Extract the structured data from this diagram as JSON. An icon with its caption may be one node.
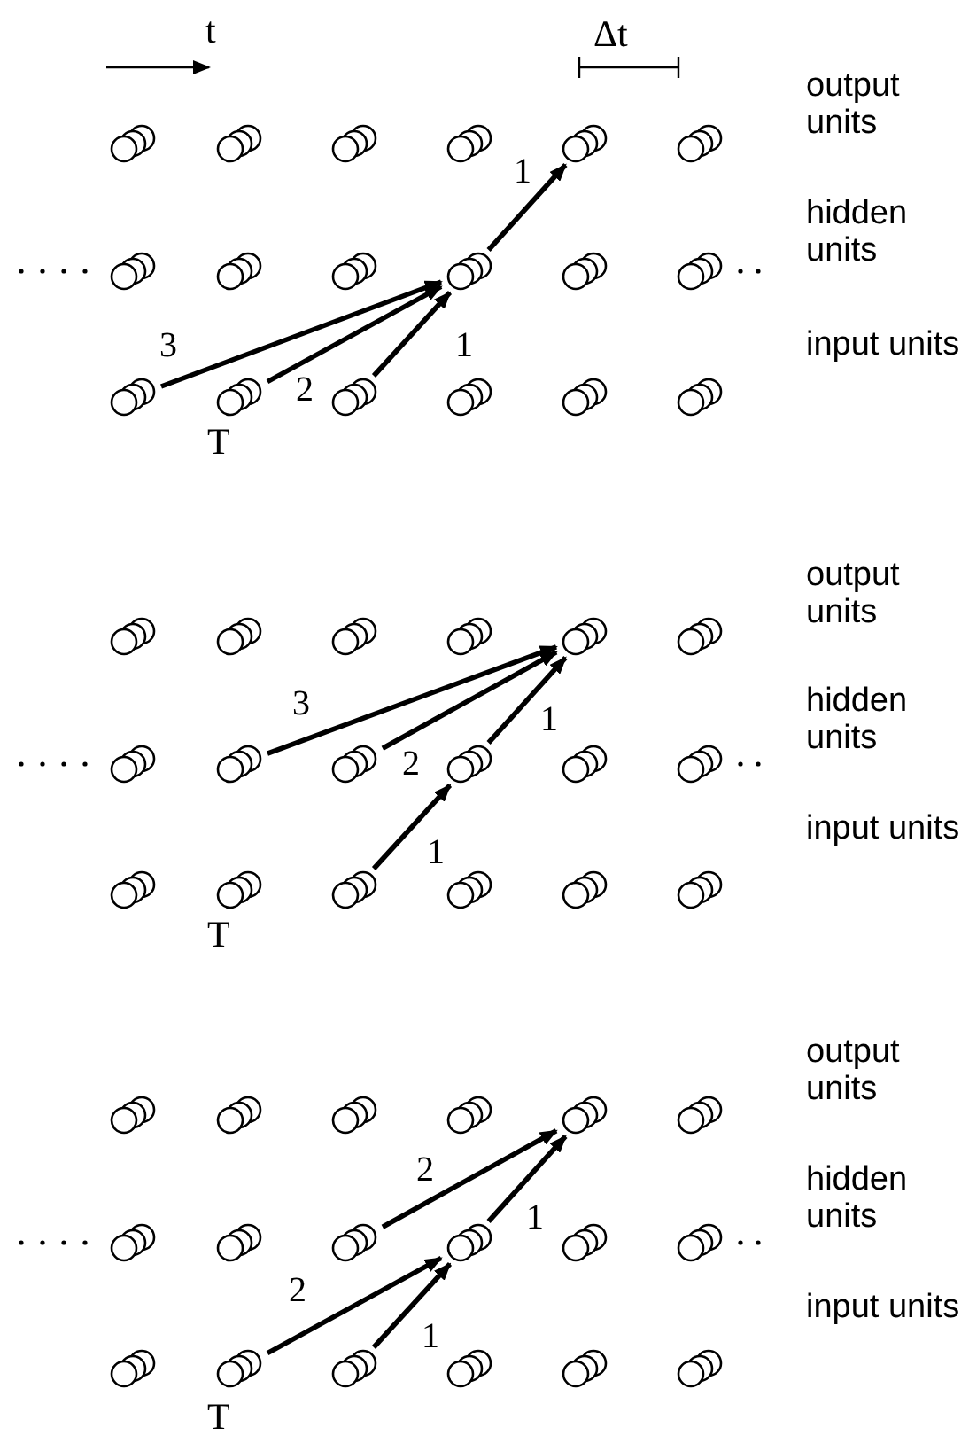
{
  "diagram": {
    "nodes": [
      {
        "text": [],
        "shape": "circle"
      },
      {
        "text": [],
        "shape": "circle"
      },
      {
        "text": [],
        "shape": "circle"
      },
      {
        "text": [],
        "shape": "circle"
      },
      {
        "text": [],
        "shape": "circle"
      },
      {
        "text": [],
        "shape": "circle"
      },
      {
        "text": [],
        "shape": "circle"
      },
      {
        "text": [],
        "shape": "circle"
      },
      {
        "text": [],
        "shape": "circle"
      },
      {
        "text": [],
        "shape": "circle"
      },
      {
        "text": [],
        "shape": "circle"
      },
      {
        "text": [],
        "shape": "circle"
      },
      {
        "text": [],
        "shape": "circle"
      },
      {
        "text": [],
        "shape": "circle"
      },
      {
        "text": [],
        "shape": "circle"
      },
      {
        "text": [],
        "shape": "circle"
      },
      {
        "text": [],
        "shape": "circle"
      },
      {
        "text": [],
        "shape": "circle"
      },
      {
        "text": [],
        "shape": "circle"
      },
      {
        "text": [],
        "shape": "circle"
      },
      {
        "text": [],
        "shape": "circle"
      },
      {
        "text": [],
        "shape": "circle"
      },
      {
        "text": [],
        "shape": "circle"
      },
      {
        "text": [],
        "shape": "circle"
      },
      {
        "text": [],
        "shape": "circle"
      },
      {
        "text": [],
        "shape": "circle"
      },
      {
        "text": [],
        "shape": "circle"
      },
      {
        "text": [],
        "shape": "circle"
      },
      {
        "text": [],
        "shape": "circle"
      },
      {
        "text": [],
        "shape": "circle"
      },
      {
        "text": [],
        "shape": "circle"
      },
      {
        "text": [],
        "shape": "circle"
      },
      {
        "text": [],
        "shape": "circle"
      },
      {
        "text": [],
        "shape": "circle"
      },
      {
        "text": [],
        "shape": "circle"
      },
      {
        "text": [],
        "shape": "circle"
      },
      {
        "text": [],
        "shape": "circle"
      },
      {
        "text": [],
        "shape": "circle"
      },
      {
        "text": [],
        "shape": "circle"
      },
      {
        "text": [],
        "shape": "circle"
      },
      {
        "text": [],
        "shape": "circle"
      },
      {
        "text": [],
        "shape": "circle"
      },
      {
        "text": [],
        "shape": "circle"
      },
      {
        "text": [],
        "shape": "circle"
      },
      {
        "text": [],
        "shape": "circle"
      },
      {
        "text": [],
        "shape": "circle"
      },
      {
        "text": [],
        "shape": "circle"
      },
      {
        "text": [],
        "shape": "circle"
      },
      {
        "text": [],
        "shape": "circle"
      },
      {
        "text": [],
        "shape": "circle"
      },
      {
        "text": [],
        "shape": "circle"
      },
      {
        "text": [],
        "shape": "circle"
      },
      {
        "text": [],
        "shape": "circle"
      },
      {
        "text": [],
        "shape": "circle"
      }
    ],
    "edges": [
      {
        "from": 9,
        "to": 4,
        "arrow": "to",
        "label": "1"
      },
      {
        "from": 12,
        "to": 9,
        "arrow": "to",
        "label": "3"
      },
      {
        "from": 13,
        "to": 9,
        "arrow": "to",
        "label": "2"
      },
      {
        "from": 14,
        "to": 9,
        "arrow": "to",
        "label": "1"
      },
      {
        "from": 25,
        "to": 22,
        "arrow": "to",
        "label": "3"
      },
      {
        "from": 26,
        "to": 22,
        "arrow": "to",
        "label": "2"
      },
      {
        "from": 27,
        "to": 22,
        "arrow": "to",
        "label": "1"
      },
      {
        "from": 32,
        "to": 27,
        "arrow": "to",
        "label": "1"
      },
      {
        "from": 44,
        "to": 40,
        "arrow": "to",
        "label": "2"
      },
      {
        "from": 45,
        "to": 40,
        "arrow": "to",
        "label": "1"
      },
      {
        "from": 49,
        "to": 45,
        "arrow": "to",
        "label": "2"
      },
      {
        "from": 50,
        "to": 45,
        "arrow": "to",
        "label": "1"
      }
    ],
    "labels": [
      "t",
      "Δt",
      "output units",
      "hidden units",
      "input units",
      "T",
      "output units",
      "hidden units",
      "input units",
      "T",
      "output units",
      "hidden units",
      "input units",
      "T"
    ]
  }
}
